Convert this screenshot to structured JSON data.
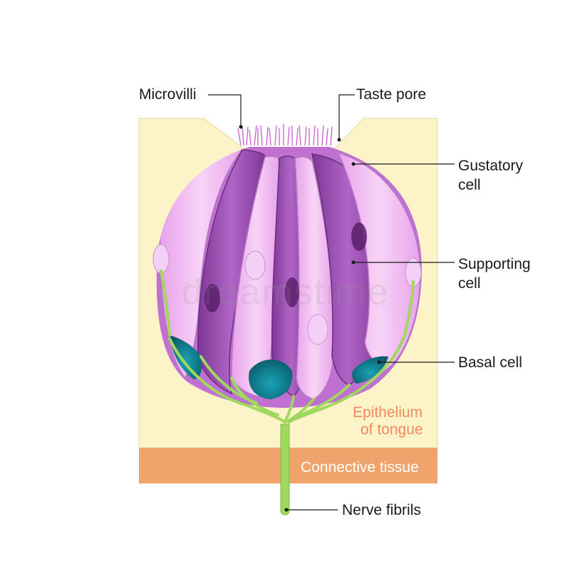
{
  "labels": {
    "microvilli": "Microvilli",
    "taste_pore": "Taste pore",
    "gustatory_1": "Gustatory",
    "gustatory_2": "cell",
    "supporting_1": "Supporting",
    "supporting_2": "cell",
    "basal": "Basal cell",
    "epithelium_1": "Epithelium",
    "epithelium_2": "of tongue",
    "connective": "Connective tissue",
    "nerve": "Nerve fibrils"
  },
  "watermark": "dreamstime",
  "colors": {
    "epithelium": "#fdf3c8",
    "connective": "#f0a46c",
    "gustatory": "#9b4fb4",
    "supporting": "#f2b8f2",
    "basal": "#12808f",
    "nerve": "#9ed85c",
    "label_orange": "#f08a5d"
  }
}
